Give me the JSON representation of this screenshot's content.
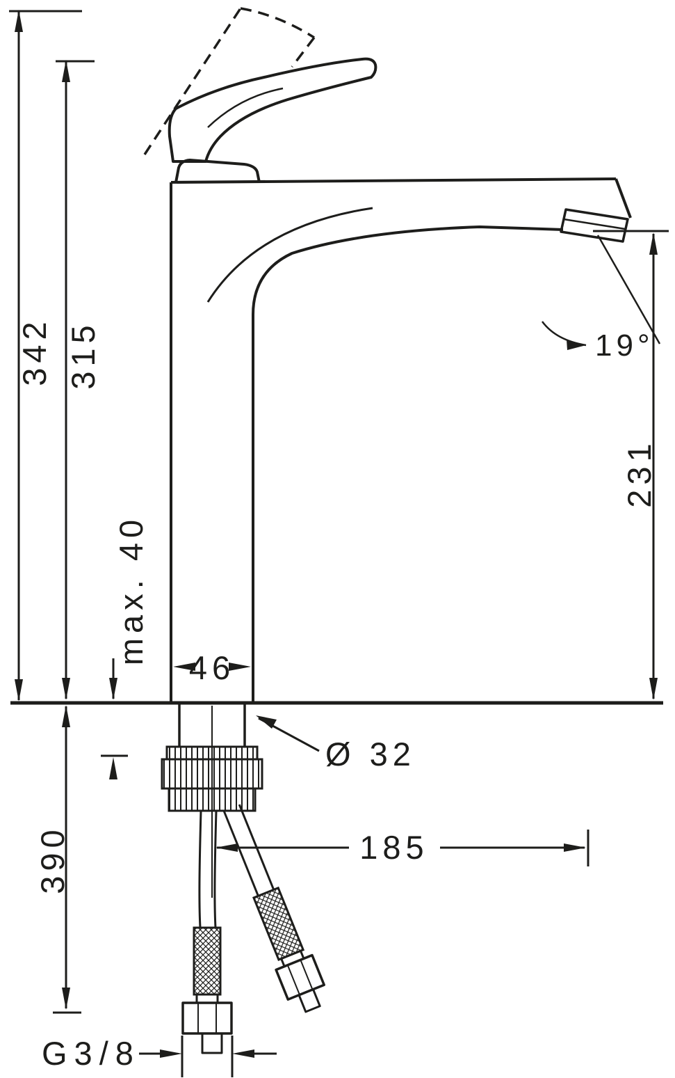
{
  "drawing": {
    "background": "#ffffff",
    "line_color": "#1d1d1b",
    "subject": "single-lever basin mixer faucet, dimensional technical drawing"
  },
  "dimensions": {
    "total_height": "342",
    "height_to_spout": "315",
    "max_mounting_thickness": "max. 40",
    "body_width": "46",
    "hole_diameter": "Ø 32",
    "stream_angle": "19°",
    "outlet_height": "231",
    "spout_reach": "185",
    "hose_length": "390",
    "connection_thread": "G3/8"
  }
}
